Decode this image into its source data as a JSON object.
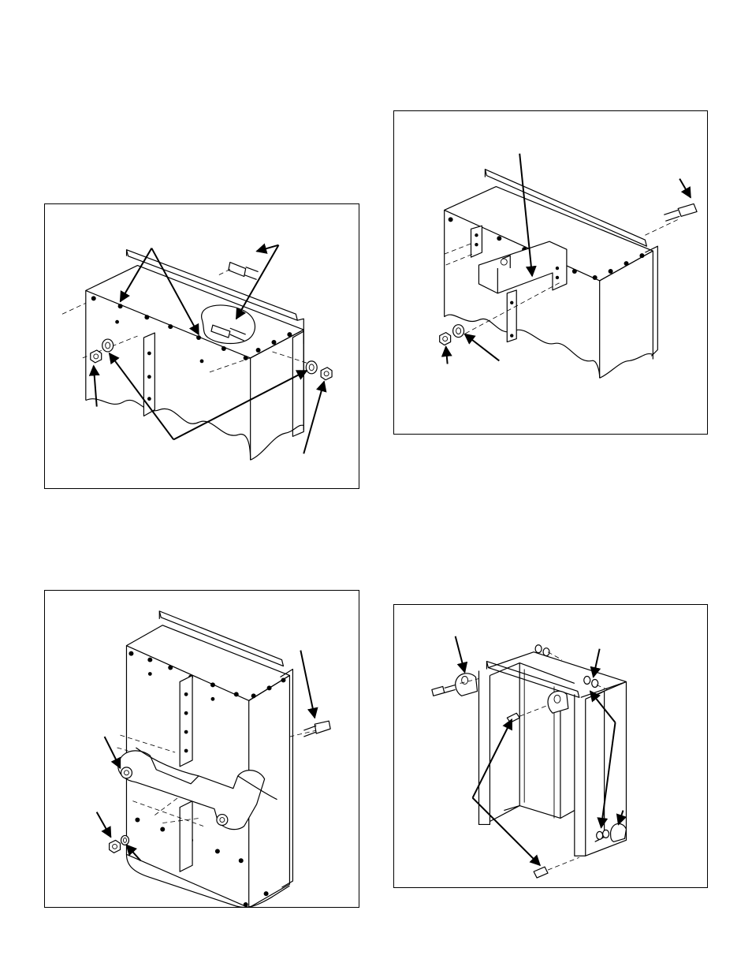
{
  "figures": [
    {
      "id": "fig1",
      "icon": "radiator-bolt-removal-illustration"
    },
    {
      "id": "fig2",
      "icon": "radiator-bracket-illustration"
    },
    {
      "id": "fig3",
      "icon": "radiator-mount-bracket-illustration"
    },
    {
      "id": "fig4",
      "icon": "radiator-frame-mounts-illustration"
    }
  ],
  "colors": {
    "line": "#000000",
    "background": "#ffffff",
    "shade": "#d9d9d9"
  }
}
